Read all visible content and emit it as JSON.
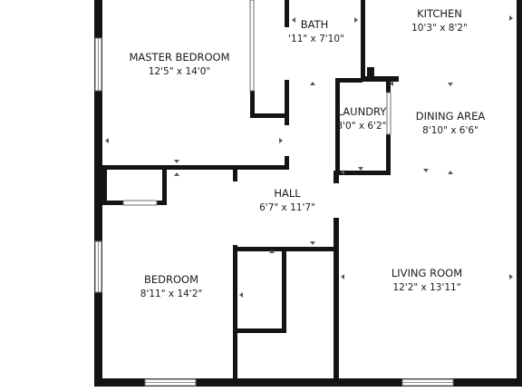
{
  "rooms": [
    {
      "id": "master-bedroom",
      "name": "MASTER BEDROOM",
      "size": "12'5\" x 14'0\""
    },
    {
      "id": "bath",
      "name": "BATH",
      "size": "'11\" x 7'10\""
    },
    {
      "id": "kitchen",
      "name": "KITCHEN",
      "size": "10'3\" x 8'2\""
    },
    {
      "id": "laundry",
      "name": "LAUNDRY",
      "size": "3'0\" x 6'2\""
    },
    {
      "id": "dining-area",
      "name": "DINING AREA",
      "size": "8'10\" x 6'6\""
    },
    {
      "id": "hall",
      "name": "HALL",
      "size": "6'7\" x 11'7\""
    },
    {
      "id": "bedroom",
      "name": "BEDROOM",
      "size": "8'11\" x 14'2\""
    },
    {
      "id": "living-room",
      "name": "LIVING ROOM",
      "size": "12'2\" x 13'11\""
    }
  ],
  "colors": {
    "wall": "#141414",
    "background": "#ffffff",
    "window": "#6d6d6d"
  }
}
